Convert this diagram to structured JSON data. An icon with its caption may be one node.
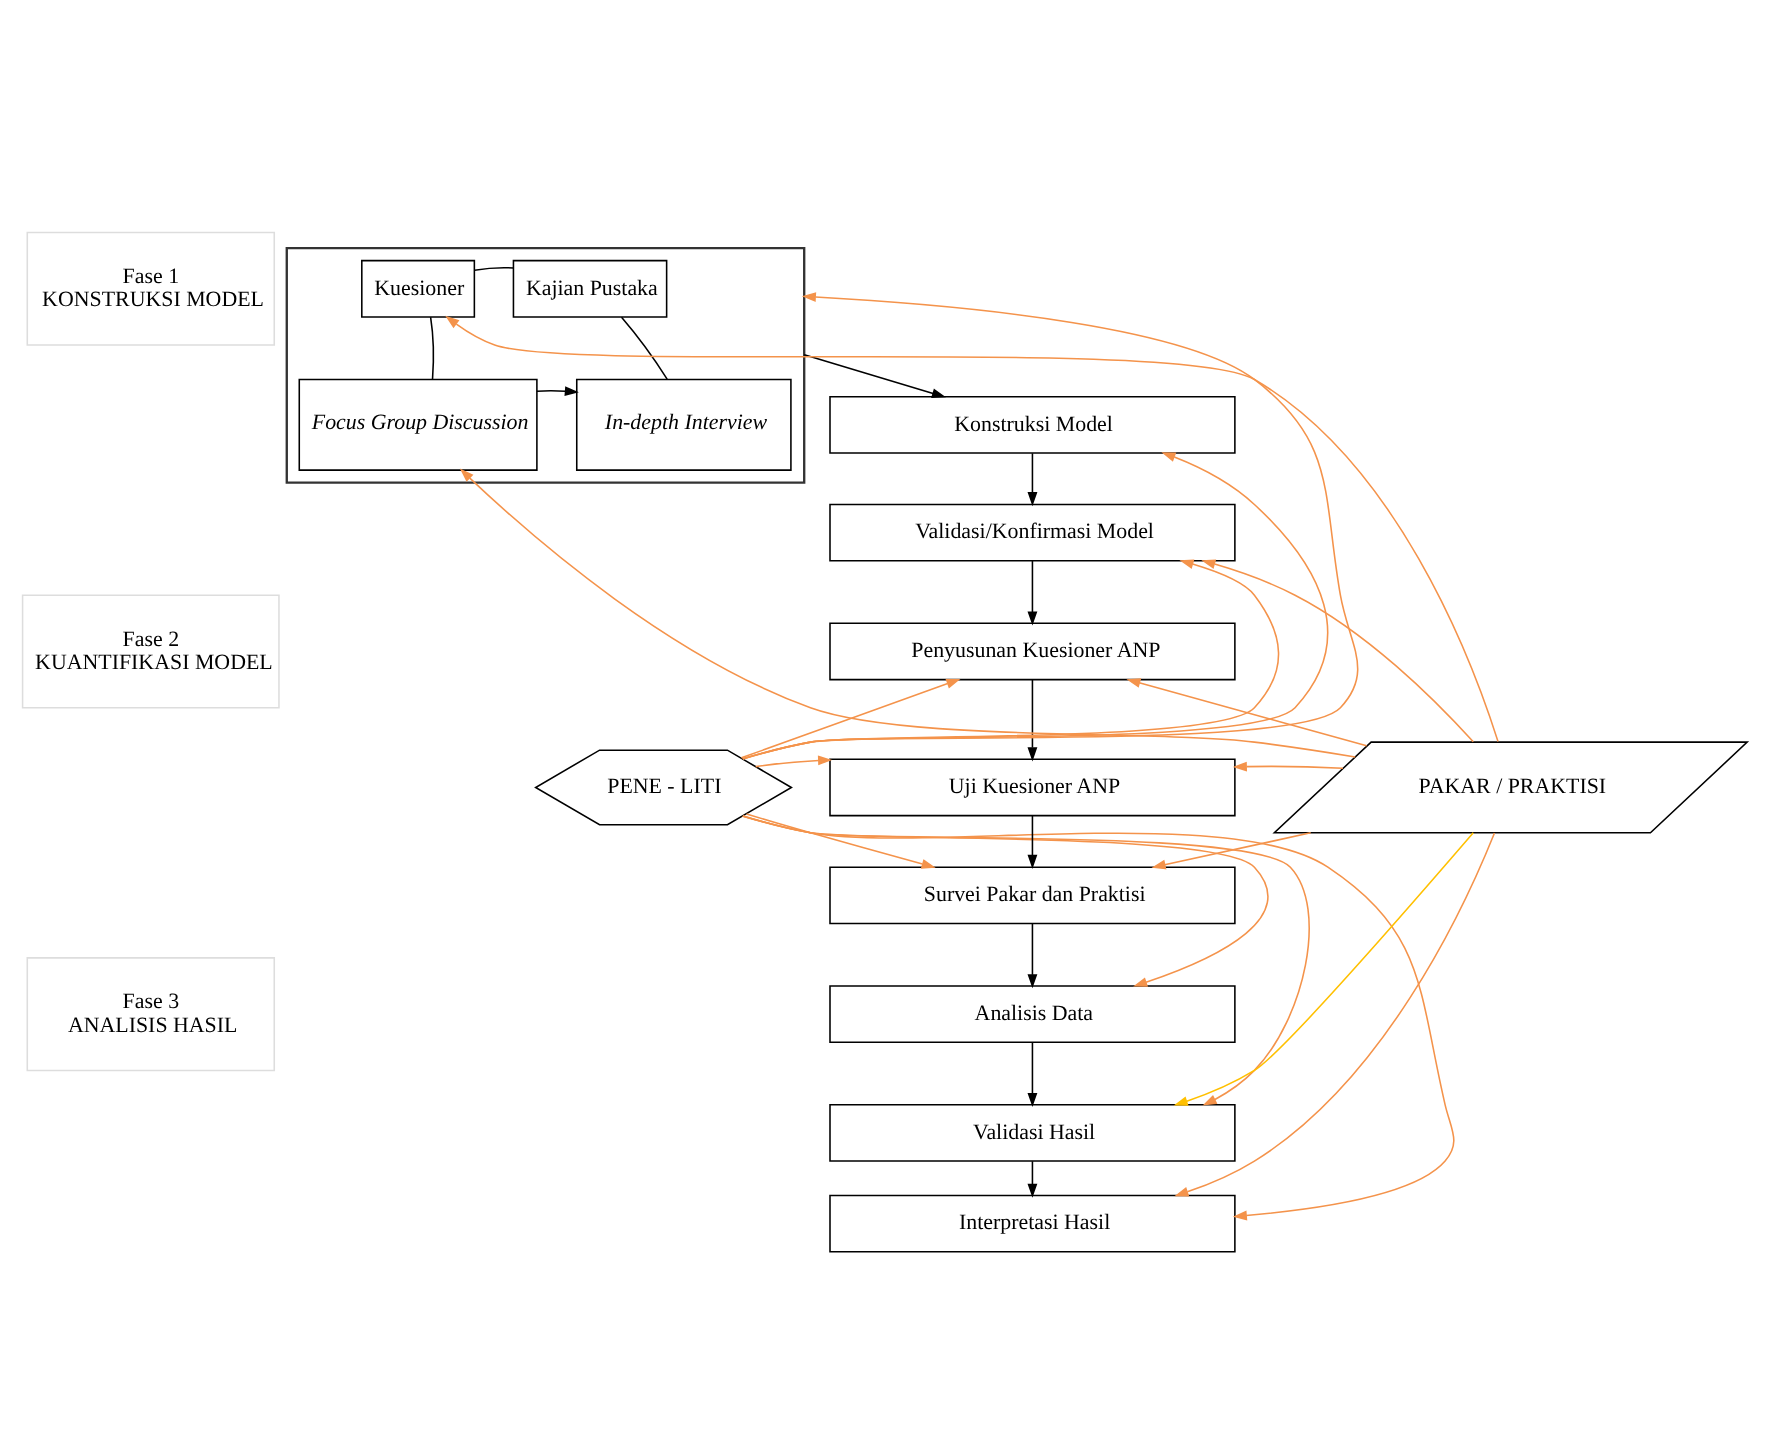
{
  "diagram": {
    "nodes": [
      {
        "text": [
          "Fase 1",
          "KONSTRUKSI MODEL"
        ]
      },
      {
        "text": [],
        "shape": "box"
      },
      {
        "text": [
          "Kajian Pustaka"
        ],
        "in": 1
      },
      {
        "text": [
          "Kuesioner"
        ],
        "in": 1
      },
      {
        "text": [
          "In-depth Interview"
        ],
        "in": 1
      },
      {
        "text": [
          "Focus Group Discussion"
        ],
        "in": 1
      },
      {
        "text": [
          "Konstruksi Model"
        ]
      },
      {
        "text": [
          "Validasi/Konfirmasi Model"
        ]
      },
      {
        "text": [
          "Fase 2",
          "KUANTIFIKASI MODEL"
        ]
      },
      {
        "text": [
          "Penyusunan Kuesioner ANP"
        ]
      },
      {
        "text": [
          "PENE - LITI"
        ]
      },
      {
        "text": [
          "Uji Kuesioner ANP"
        ]
      },
      {
        "text": [
          "PAKAR / PRAKTISI"
        ]
      },
      {
        "text": [
          "Survei Pakar dan Praktisi"
        ]
      },
      {
        "text": [
          "Fase 3",
          "ANALISIS HASIL"
        ]
      },
      {
        "text": [
          "Analisis Data"
        ]
      },
      {
        "text": [
          "Validasi Hasil"
        ]
      },
      {
        "text": [
          "Interpretasi Hasil"
        ]
      }
    ],
    "edges": [
      {
        "from": 2,
        "to": 3,
        "arrow": "none",
        "color": "#000000"
      },
      {
        "from": 2,
        "to": 4,
        "arrow": "none",
        "color": "#000000"
      },
      {
        "from": 3,
        "to": 5,
        "arrow": "none",
        "color": "#000000"
      },
      {
        "from": 5,
        "to": 4,
        "arrow": "to",
        "color": "#000000"
      },
      {
        "from": 1,
        "to": 6,
        "arrow": "to",
        "color": "#000000"
      },
      {
        "from": 6,
        "to": 7,
        "arrow": "to",
        "color": "#000000"
      },
      {
        "from": 7,
        "to": 9,
        "arrow": "to",
        "color": "#000000"
      },
      {
        "from": 9,
        "to": 11,
        "arrow": "to",
        "color": "#000000"
      },
      {
        "from": 11,
        "to": 13,
        "arrow": "to",
        "color": "#000000"
      },
      {
        "from": 13,
        "to": 15,
        "arrow": "to",
        "color": "#000000"
      },
      {
        "from": 15,
        "to": 16,
        "arrow": "to",
        "color": "#000000"
      },
      {
        "from": 16,
        "to": 17,
        "arrow": "to",
        "color": "#000000"
      },
      {
        "from": 10,
        "to": 1,
        "arrow": "to"
      },
      {
        "from": 10,
        "to": 6,
        "arrow": "to"
      },
      {
        "from": 10,
        "to": 7,
        "arrow": "to"
      },
      {
        "from": 10,
        "to": 9,
        "arrow": "to"
      },
      {
        "from": 10,
        "to": 11,
        "arrow": "to"
      },
      {
        "from": 10,
        "to": 13,
        "arrow": "to"
      },
      {
        "from": 10,
        "to": 15,
        "arrow": "to"
      },
      {
        "from": 10,
        "to": 16,
        "arrow": "to"
      },
      {
        "from": 10,
        "to": 17,
        "arrow": "to"
      },
      {
        "from": 12,
        "to": 3,
        "arrow": "to"
      },
      {
        "from": 12,
        "to": 5,
        "arrow": "to"
      },
      {
        "from": 12,
        "to": 7,
        "arrow": "to"
      },
      {
        "from": 12,
        "to": 9,
        "arrow": "to"
      },
      {
        "from": 12,
        "to": 11,
        "arrow": "to"
      },
      {
        "from": 12,
        "to": 13,
        "arrow": "to"
      },
      {
        "from": 12,
        "to": 16,
        "arrow": "to",
        "color": "#ffc000"
      },
      {
        "from": 12,
        "to": 17,
        "arrow": "to"
      }
    ]
  }
}
